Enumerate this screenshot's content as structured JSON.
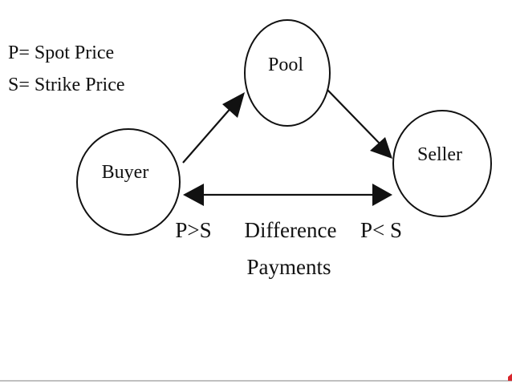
{
  "legend": {
    "line1": "P= Spot  Price",
    "line2": "S= Strike Price"
  },
  "nodes": {
    "pool": "Pool",
    "buyer": "Buyer",
    "seller": "Seller"
  },
  "labels": {
    "left_condition": "P>S",
    "right_condition": "P< S",
    "payments_line1": "Difference",
    "payments_line2": "Payments"
  },
  "colors": {
    "ink": "#111111",
    "background": "#ffffff",
    "corner_mark": "#d8262c"
  }
}
